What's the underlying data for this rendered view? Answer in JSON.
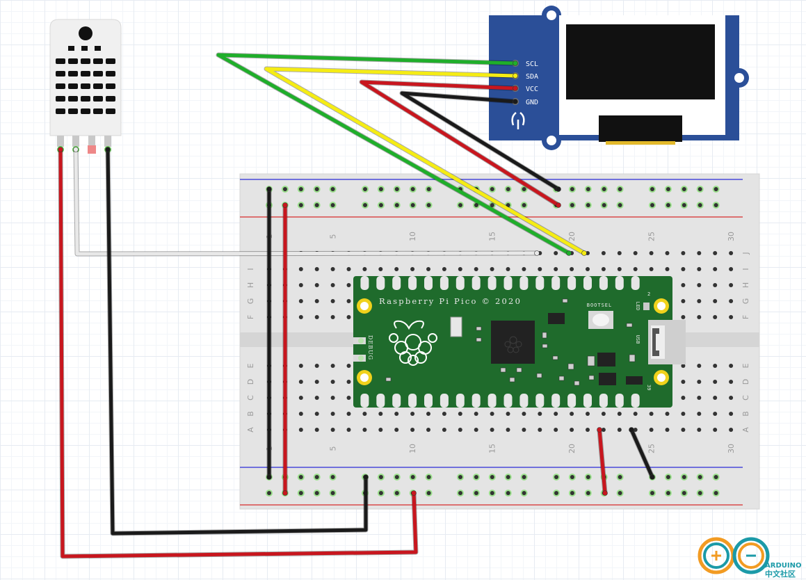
{
  "oled": {
    "pins": [
      "SCL",
      "SDA",
      "VCC",
      "GND"
    ]
  },
  "pico": {
    "title": "Raspberry Pi Pico © 2020",
    "debug_label": "DEBUG",
    "bootsel_label": "BOOTSEL",
    "led_label": "LED",
    "usb_label": "USB",
    "pin_label_2": "2",
    "pin_label_39": "39"
  },
  "breadboard": {
    "column_numbers": [
      "1",
      "5",
      "10",
      "15",
      "20",
      "25",
      "30"
    ],
    "rows_top": [
      "J",
      "I",
      "H",
      "G",
      "F"
    ],
    "rows_bottom": [
      "E",
      "D",
      "C",
      "B",
      "A"
    ]
  },
  "logo": {
    "brand": "ARDUINO",
    "subtitle": "中文社区"
  },
  "colors": {
    "wire_red": "#c8161e",
    "wire_black": "#1a1a1a",
    "wire_green": "#1fae2a",
    "wire_yellow": "#f5ec14",
    "wire_white": "#e8e8e8",
    "pico_green": "#1f6b2c",
    "oled_blue": "#2b4f98"
  }
}
